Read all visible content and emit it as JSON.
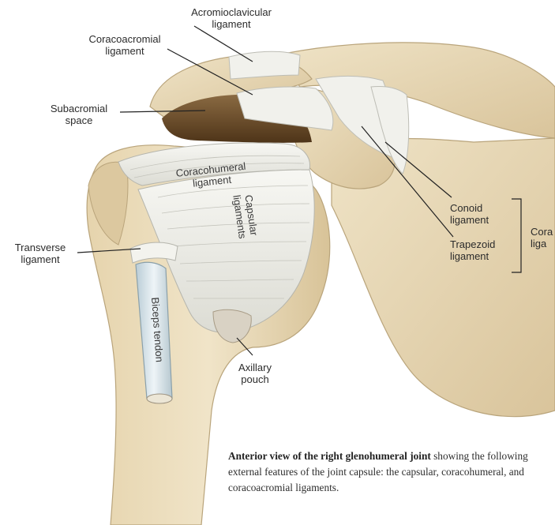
{
  "labels": {
    "acromioclavicular": [
      "Acromioclavicular",
      "ligament"
    ],
    "coracoacromial": [
      "Coracoacromial",
      "ligament"
    ],
    "subacromial": [
      "Subacromial",
      "space"
    ],
    "transverse": [
      "Transverse",
      "ligament"
    ],
    "conoid": [
      "Conoid",
      "ligament"
    ],
    "trapezoid": [
      "Trapezoid",
      "ligament"
    ],
    "coracoclavicular_partial": [
      "Cora",
      "liga"
    ],
    "axillary": [
      "Axillary",
      "pouch"
    ]
  },
  "in_figure_labels": {
    "coracohumeral": [
      "Coracohumeral",
      "ligament"
    ],
    "capsular": [
      "Capsular",
      "ligaments"
    ],
    "biceps": "Biceps tendon"
  },
  "caption": {
    "title": "Anterior view of the right glenohumeral joint",
    "body": "showing the following external features of the joint capsule: the capsular, coracohumeral, and coracoacromial ligaments."
  },
  "colors": {
    "bone": "#e8d9b8",
    "bone_shadow": "#c9b58c",
    "ligament": "#eeeeea",
    "ligament_line": "#bdbdb5",
    "cavity": "#6e4f2c",
    "tendon": "#d8e4ea"
  }
}
